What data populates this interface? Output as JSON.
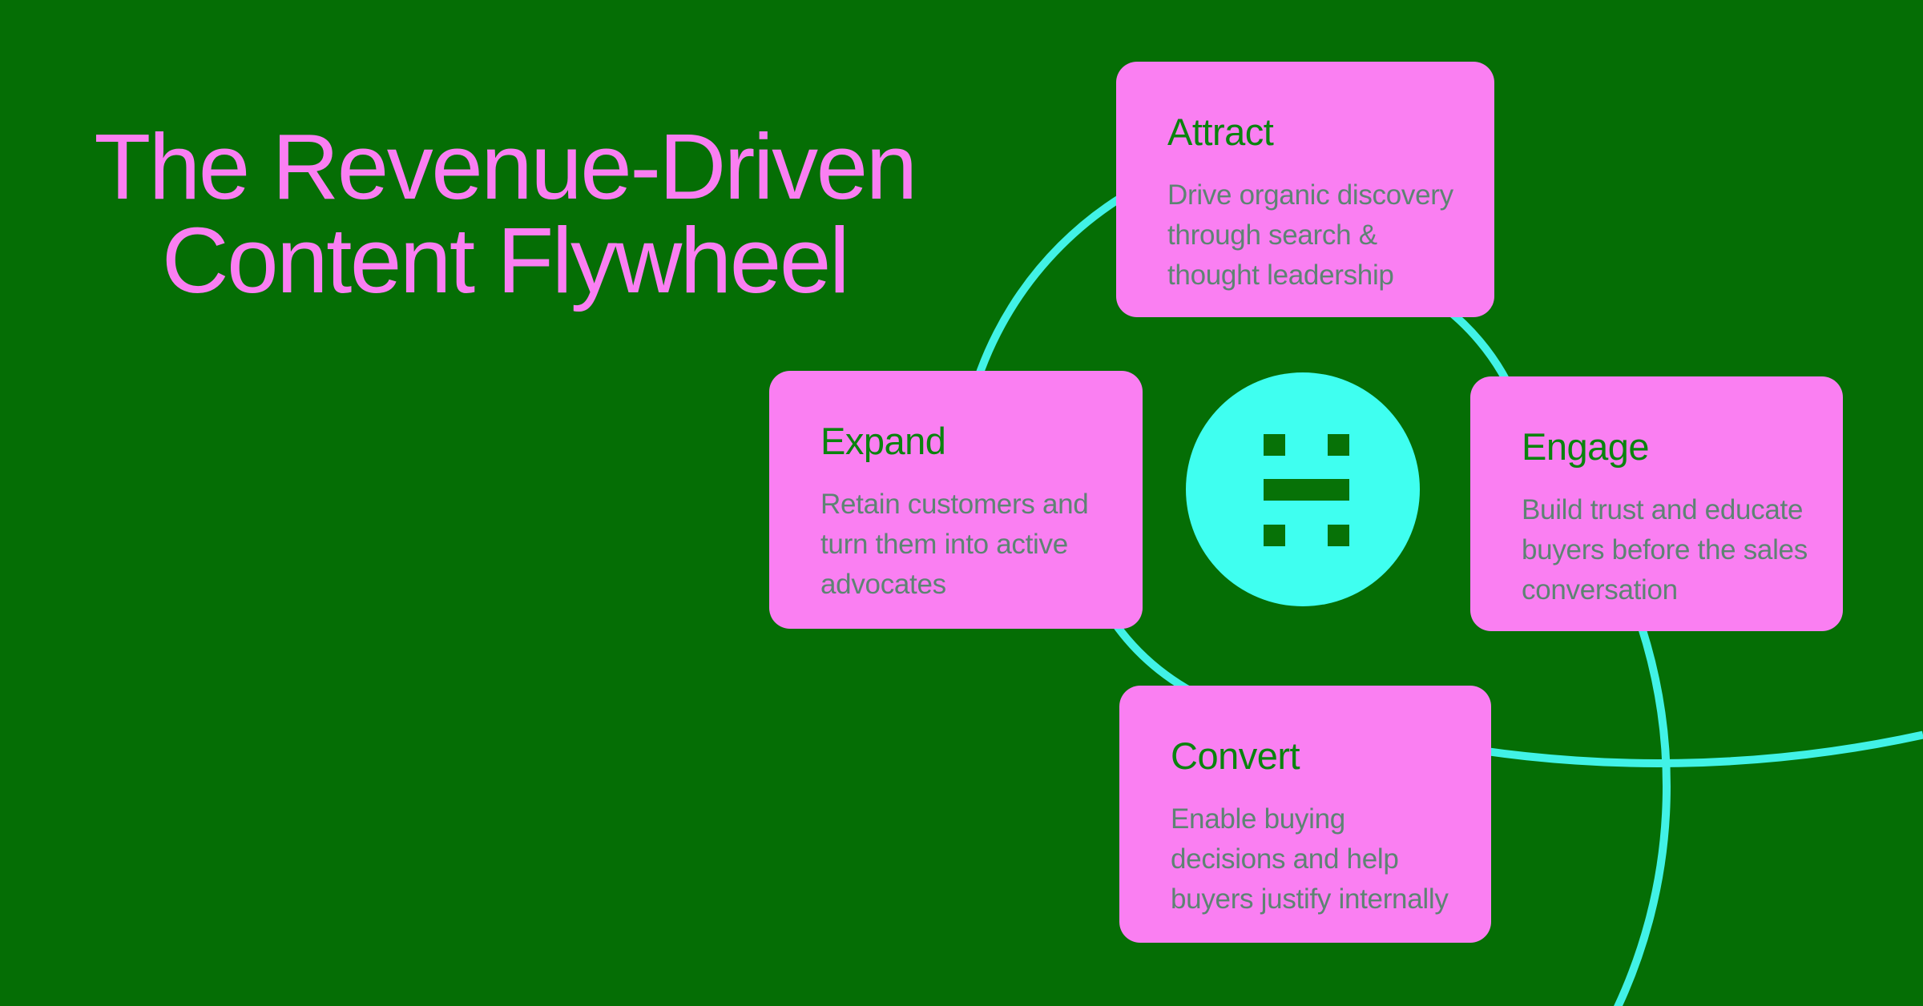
{
  "title": {
    "lines": [
      "The Revenue-Driven",
      "Content Flywheel"
    ]
  },
  "cards": [
    {
      "id": "attract",
      "title": "Attract",
      "body": [
        "Drive organic discovery",
        "through search &",
        "thought leadership"
      ]
    },
    {
      "id": "engage",
      "title": "Engage",
      "body": [
        "Build trust and educate",
        "buyers before the sales",
        "conversation"
      ]
    },
    {
      "id": "convert",
      "title": "Convert",
      "body": [
        "Enable buying",
        "decisions and help",
        "buyers justify internally"
      ]
    },
    {
      "id": "expand",
      "title": "Expand",
      "body": [
        "Retain customers and",
        "turn them into active",
        "advocates"
      ]
    }
  ],
  "center_icon": "equals-dots-logo",
  "colors": {
    "background_green": "#056e05",
    "card_pink": "#fa7ff2",
    "title_pink": "#fa7ff2",
    "heading_green": "#0a830e",
    "body_gray_green": "#5d8473",
    "hub_cyan": "#3ffff0",
    "arc_cyan": "#41f2e6",
    "icon_green": "#077207"
  }
}
